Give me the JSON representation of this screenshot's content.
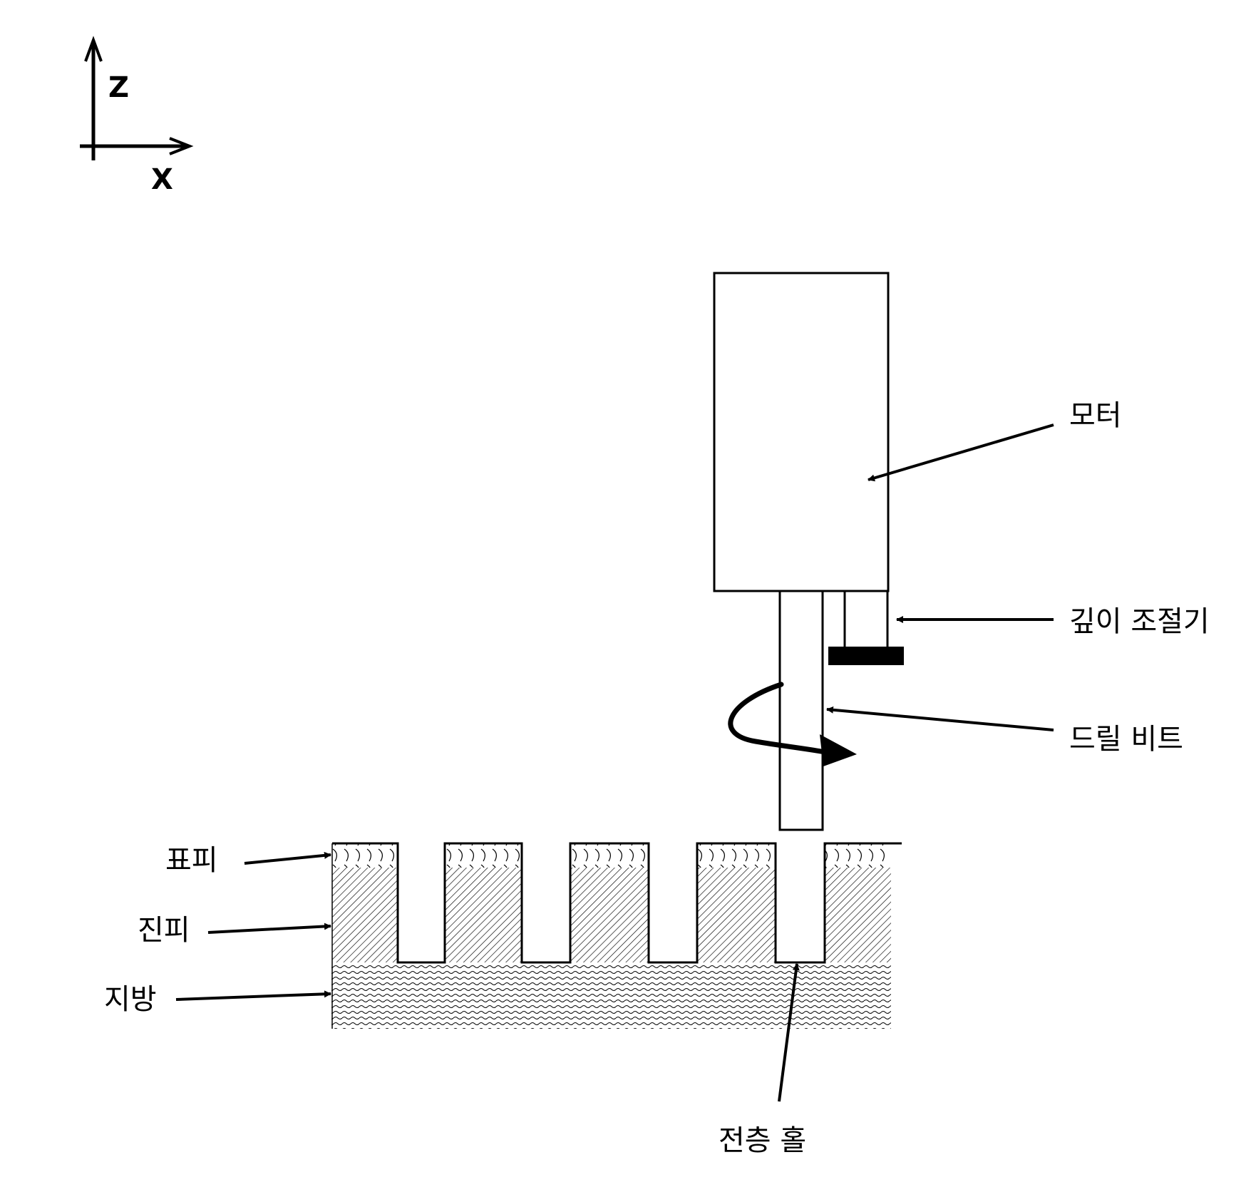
{
  "axes": {
    "z_label": "Z",
    "x_label": "X"
  },
  "labels": {
    "motor": "모터",
    "depth_adjuster": "깊이 조절기",
    "drill_bit": "드릴 비트",
    "epidermis": "표피",
    "dermis": "진피",
    "fat": "지방",
    "full_thickness_hole": "전층 홀"
  },
  "colors": {
    "line": "#000000",
    "background": "#ffffff"
  }
}
